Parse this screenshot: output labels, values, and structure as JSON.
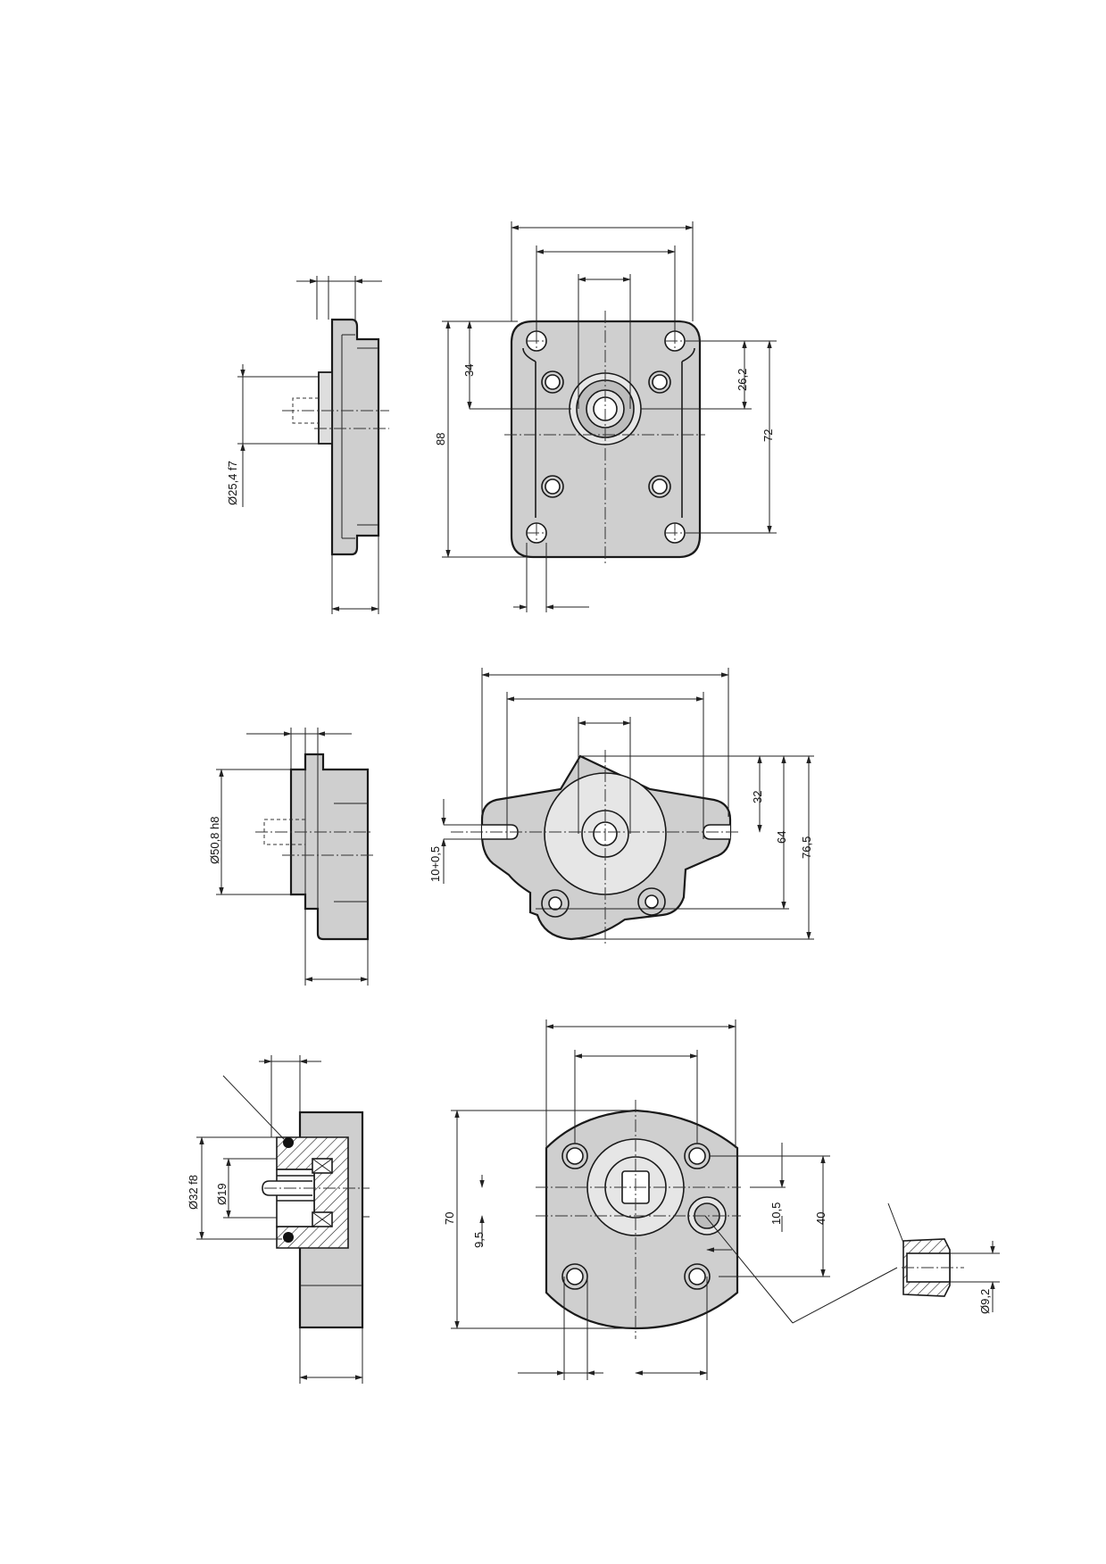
{
  "flange_1": {
    "dims": {
      "d_shaft": "Ø25,4 f7",
      "h_total": "88",
      "h_upper": "34",
      "w_bolt": "26,2",
      "h_bolt": "72"
    }
  },
  "flange_2": {
    "dims": {
      "d_pilot": "Ø50,8 h8",
      "d_slot": "10+0,5",
      "h_upper": "32",
      "h_mid": "64",
      "h_total": "76,5"
    }
  },
  "flange_3": {
    "dims": {
      "d_pilot": "Ø32 f8",
      "d_shaft": "Ø19",
      "h_total": "70",
      "h_offset": "9,5",
      "h_small": "10,5",
      "h_bolt": "40",
      "d_port": "Ø9,2"
    }
  }
}
